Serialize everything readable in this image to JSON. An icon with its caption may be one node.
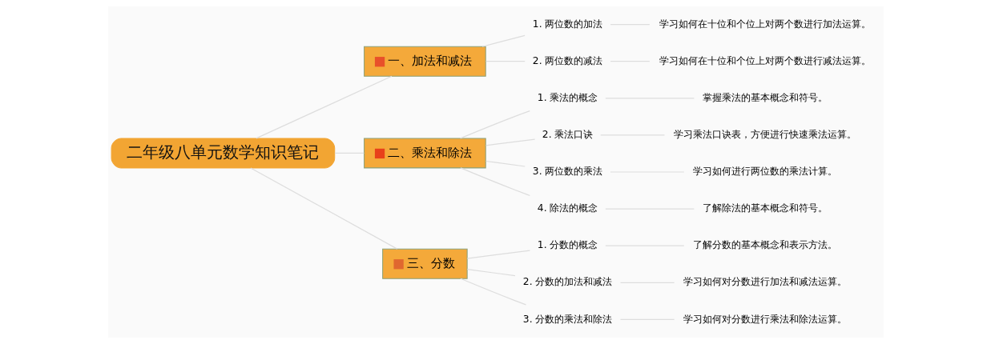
{
  "diagram": {
    "nodes": [
      {
        "text": [
          "二年级八单元数学知识笔记"
        ]
      },
      {
        "text": [
          "一、加法和减法"
        ]
      },
      {
        "text": [
          "1. 两位数的加法"
        ]
      },
      {
        "text": [
          "学习如何在十位和个位上对两个数进行加法运算。"
        ]
      },
      {
        "text": [
          "2. 两位数的减法"
        ]
      },
      {
        "text": [
          "学习如何在十位和个位上对两个数进行减法运算。"
        ]
      },
      {
        "text": [
          "二、乘法和除法"
        ]
      },
      {
        "text": [
          "1. 乘法的概念"
        ]
      },
      {
        "text": [
          "掌握乘法的基本概念和符号。"
        ]
      },
      {
        "text": [
          "2. 乘法口诀"
        ]
      },
      {
        "text": [
          "学习乘法口诀表，方便进行快速乘法运算。"
        ]
      },
      {
        "text": [
          "3. 两位数的乘法"
        ]
      },
      {
        "text": [
          "学习如何进行两位数的乘法计算。"
        ]
      },
      {
        "text": [
          "4. 除法的概念"
        ]
      },
      {
        "text": [
          "了解除法的基本概念和符号。"
        ]
      },
      {
        "text": [
          "三、分数"
        ]
      },
      {
        "text": [
          "1. 分数的概念"
        ]
      },
      {
        "text": [
          "了解分数的基本概念和表示方法。"
        ]
      },
      {
        "text": [
          "2. 分数的加法和减法"
        ]
      },
      {
        "text": [
          "学习如何对分数进行加法和减法运算。"
        ]
      },
      {
        "text": [
          "3. 分数的乘法和除法"
        ]
      },
      {
        "text": [
          "学习如何对分数进行乘法和除法运算。"
        ]
      }
    ],
    "edges": [
      {
        "from": 0,
        "to": 1,
        "arrow": "none"
      },
      {
        "from": 1,
        "to": 2,
        "arrow": "none"
      },
      {
        "from": 2,
        "to": 3,
        "arrow": "none"
      },
      {
        "from": 1,
        "to": 4,
        "arrow": "none"
      },
      {
        "from": 4,
        "to": 5,
        "arrow": "none"
      },
      {
        "from": 0,
        "to": 6,
        "arrow": "none"
      },
      {
        "from": 6,
        "to": 7,
        "arrow": "none"
      },
      {
        "from": 7,
        "to": 8,
        "arrow": "none"
      },
      {
        "from": 6,
        "to": 9,
        "arrow": "none"
      },
      {
        "from": 9,
        "to": 10,
        "arrow": "none"
      },
      {
        "from": 6,
        "to": 11,
        "arrow": "none"
      },
      {
        "from": 11,
        "to": 12,
        "arrow": "none"
      },
      {
        "from": 6,
        "to": 13,
        "arrow": "none"
      },
      {
        "from": 13,
        "to": 14,
        "arrow": "none"
      },
      {
        "from": 0,
        "to": 15,
        "arrow": "none"
      },
      {
        "from": 15,
        "to": 16,
        "arrow": "none"
      },
      {
        "from": 16,
        "to": 17,
        "arrow": "none"
      },
      {
        "from": 15,
        "to": 18,
        "arrow": "none"
      },
      {
        "from": 18,
        "to": 19,
        "arrow": "none"
      },
      {
        "from": 15,
        "to": 20,
        "arrow": "none"
      },
      {
        "from": 20,
        "to": 21,
        "arrow": "none"
      }
    ]
  }
}
